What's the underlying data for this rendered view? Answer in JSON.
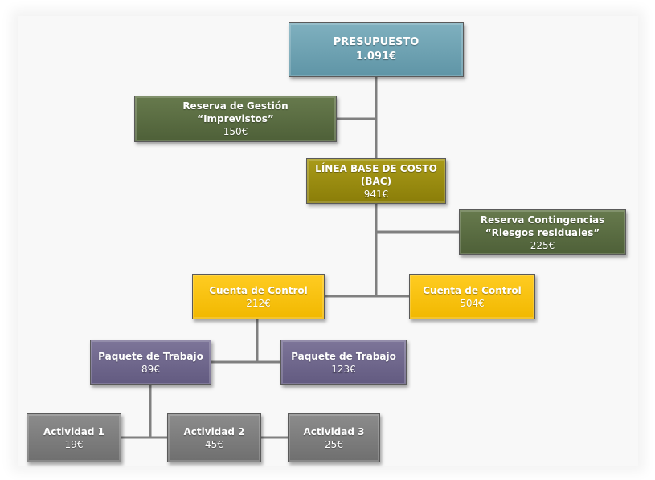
{
  "nodes": {
    "budget": {
      "line1": "PRESUPUESTO",
      "value": "1.091€"
    },
    "management": {
      "line1": "Reserva de Gestión",
      "line2": "“Imprevistos”",
      "value": "150€"
    },
    "baseline": {
      "line1": "LÍNEA BASE DE COSTO",
      "line2": "(BAC)",
      "value": "941€"
    },
    "contingency": {
      "line1": "Reserva Contingencias",
      "line2": "“Riesgos residuales”",
      "value": "225€"
    },
    "control_1": {
      "line1": "Cuenta de Control",
      "value": "212€"
    },
    "control_2": {
      "line1": "Cuenta de Control",
      "value": "504€"
    },
    "package_1": {
      "line1": "Paquete de Trabajo",
      "value": "89€"
    },
    "package_2": {
      "line1": "Paquete de Trabajo",
      "value": "123€"
    },
    "activity_1": {
      "line1": "Actividad 1",
      "value": "19€"
    },
    "activity_2": {
      "line1": "Actividad 2",
      "value": "45€"
    },
    "activity_3": {
      "line1": "Actividad 3",
      "value": "25€"
    }
  },
  "colors": {
    "budget": "#6fa3b3",
    "reserve": "#5a6c42",
    "baseline": "#998c10",
    "control_account": "#fbc40a",
    "work_package": "#6f678c",
    "activity": "#7e7e7e",
    "connector": "#808080"
  }
}
